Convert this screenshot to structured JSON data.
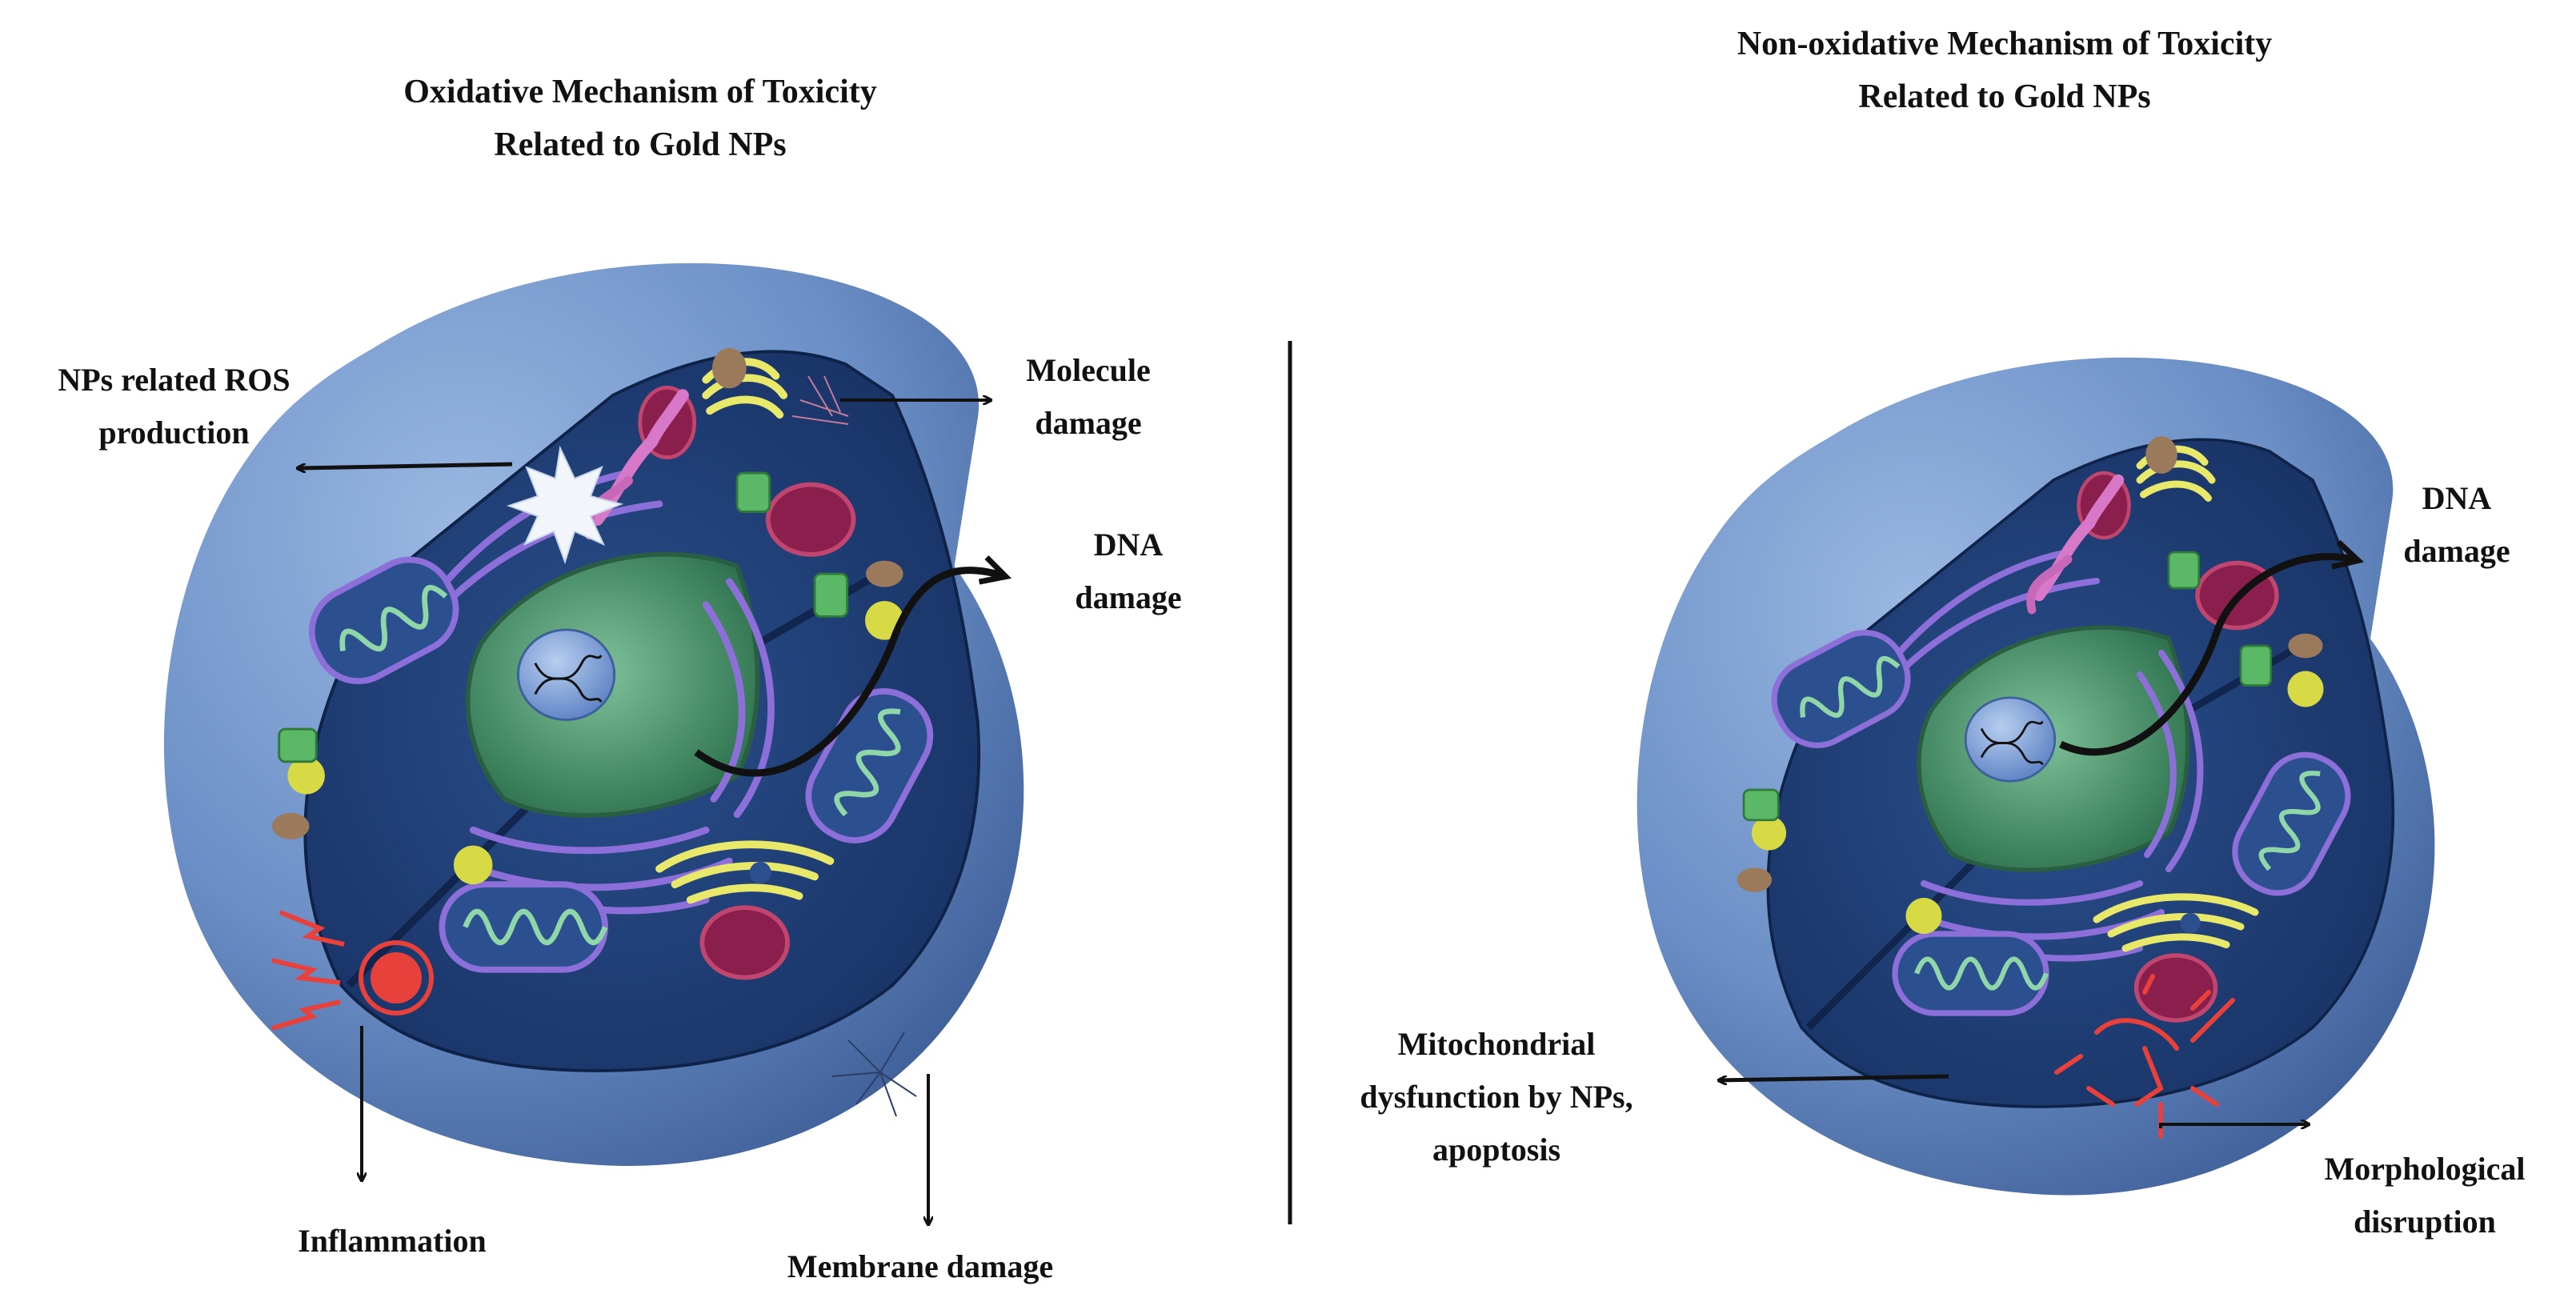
{
  "left_panel": {
    "title": [
      "Oxidative Mechanism of Toxicity",
      "Related to Gold NPs"
    ],
    "labels": {
      "ros": [
        "NPs related ROS",
        "production"
      ],
      "molecule": [
        "Molecule",
        "damage"
      ],
      "dna": [
        "DNA",
        "damage"
      ],
      "inflammation": [
        "Inflammation"
      ],
      "membrane": [
        "Membrane damage"
      ]
    }
  },
  "right_panel": {
    "title": [
      "Non-oxidative Mechanism of Toxicity",
      "Related to Gold NPs"
    ],
    "labels": {
      "dna": [
        "DNA",
        "damage"
      ],
      "mito": [
        "Mitochondrial",
        "dysfunction by NPs,",
        "apoptosis"
      ],
      "morpho": [
        "Morphological",
        "disruption"
      ]
    }
  },
  "colors": {
    "membrane": "#6f94c8",
    "cytoplasm": "#1f3f7a",
    "nucleus_envelope": "#3f8a62",
    "nucleolus": "#8fb0e0",
    "mitochondria": "#8fd6a8",
    "er": "#8c6fd8",
    "golgi": "#e8e86a",
    "damage": "#e8403a",
    "ros_star": "#f2f6fb"
  }
}
